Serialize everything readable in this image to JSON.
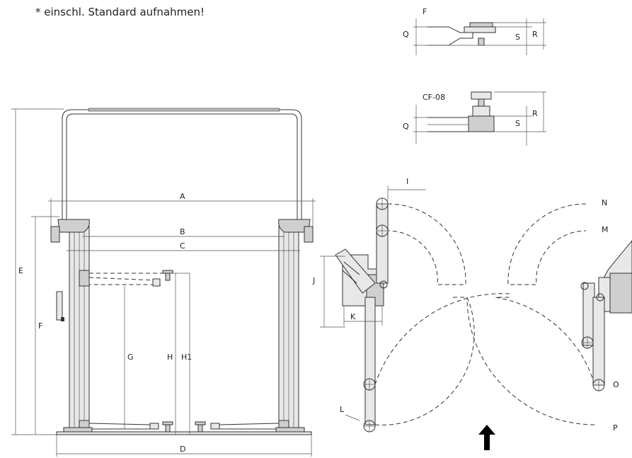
{
  "note": "* einschl. Standard aufnahmen!",
  "labels": {
    "A": "A",
    "B": "B",
    "C": "C",
    "D": "D",
    "E": "E",
    "F": "F",
    "G": "G",
    "H": "H",
    "H1": "H1",
    "I": "I",
    "J": "J",
    "K": "K",
    "L": "L",
    "M": "M",
    "N": "N",
    "O": "O",
    "P": "P",
    "Q": "Q",
    "R": "R",
    "S": "S",
    "CF08": "CF-08"
  }
}
